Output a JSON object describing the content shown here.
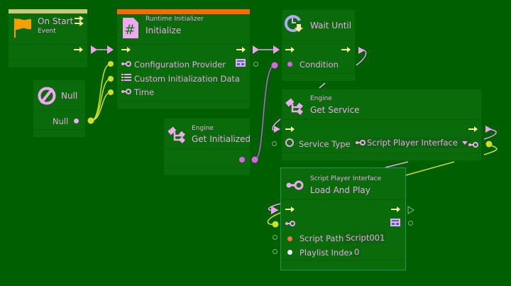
{
  "canvas": {
    "background": "#005f00",
    "node_color": "#0a6b0a"
  },
  "colors": {
    "flow_arrow": "#f5f0a0",
    "control_wire": "#f0a0f0",
    "object_wire": "#d0e020",
    "bool_port": "#e060f0",
    "string_port": "#f07050",
    "int_port": "#f0f0ff",
    "event_bar": "#c8c878",
    "script_bar": "#ff6a00",
    "icon_pink": "#f0a8f0",
    "flag_orange": "#f5a000"
  },
  "nodes": {
    "on_start": {
      "title": "On Start",
      "subtitle": "Event",
      "icon": "flag-icon"
    },
    "null": {
      "title": "Null",
      "output_label": "Null",
      "icon": "null-icon"
    },
    "initialize": {
      "subtitle": "Runtime Initializer",
      "title": "Initialize",
      "icon": "hash-script-icon",
      "inputs": [
        "Configuration Provider",
        "Custom Initialization Data",
        "Time"
      ]
    },
    "wait_until": {
      "title": "Wait Until",
      "icon": "clock-wait-icon",
      "inputs": [
        "Condition"
      ]
    },
    "get_initialized": {
      "subtitle": "Engine",
      "title": "Get Initialized",
      "icon": "engine-icon"
    },
    "get_service": {
      "subtitle": "Engine",
      "title": "Get Service",
      "icon": "engine-icon",
      "input_label": "Service Type",
      "service_type_value": "Script Player Interface"
    },
    "load_and_play": {
      "subtitle": "Script Player Interface",
      "title": "Load And Play",
      "icon": "interface-icon",
      "inputs": [
        {
          "label": "Script Path",
          "value": "Script001"
        },
        {
          "label": "Playlist Index",
          "value": "0"
        }
      ]
    }
  }
}
